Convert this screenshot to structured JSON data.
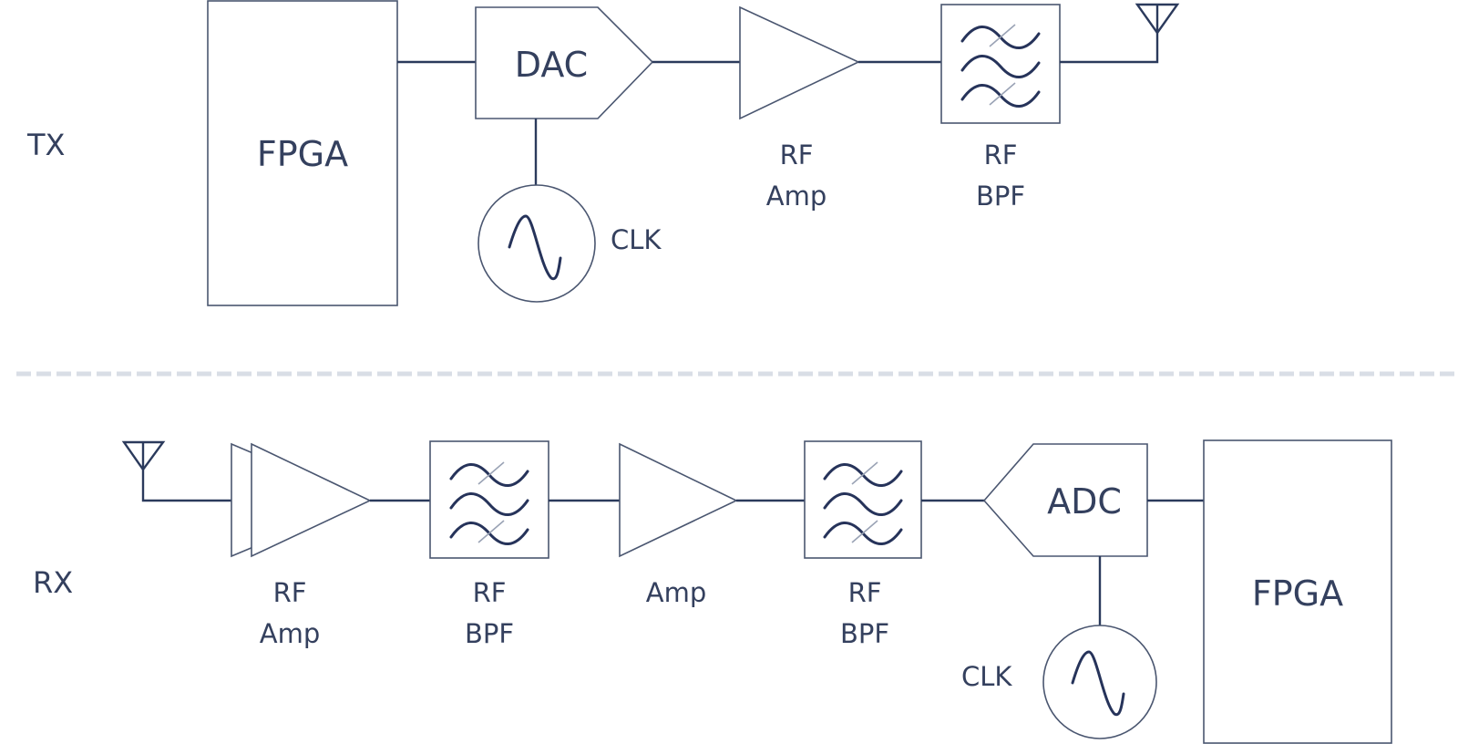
{
  "title": "TX / RX RF signal chain block diagram",
  "colors": {
    "line": "#2b3a5c",
    "text": "#34405e",
    "divider": "#d9dee6"
  },
  "tx": {
    "section_label": "TX",
    "fpga": "FPGA",
    "dac": "DAC",
    "clk": "CLK",
    "rf_amp": [
      "RF",
      "Amp"
    ],
    "rf_bpf": [
      "RF",
      "BPF"
    ],
    "antenna": "antenna-icon"
  },
  "rx": {
    "section_label": "RX",
    "rf_amp": [
      "RF",
      "Amp"
    ],
    "rf_bpf_1": [
      "RF",
      "BPF"
    ],
    "amp": "Amp",
    "rf_bpf_2": [
      "RF",
      "BPF"
    ],
    "adc": "ADC",
    "clk": "CLK",
    "fpga": "FPGA",
    "antenna": "antenna-icon"
  }
}
